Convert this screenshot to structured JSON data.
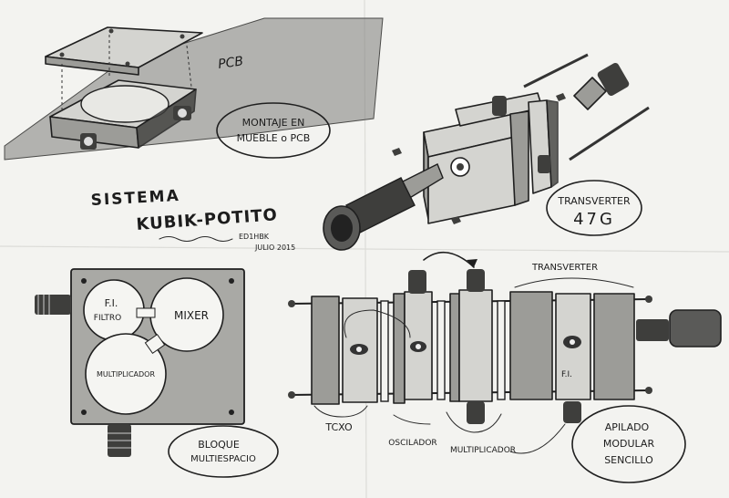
{
  "labels": {
    "pcb": "PCB",
    "montaje_line1": "MONTAJE EN",
    "montaje_line2": "MUEBLE o PCB",
    "title_line1": "SISTEMA",
    "title_line2": "KUBIK-POTITO",
    "author": "ED1HBK",
    "date": "JULIO 2015",
    "transverter_top_line1": "TRANSVERTER",
    "transverter_top_line2": "47G",
    "fi_filtro_line1": "F.I.",
    "fi_filtro_line2": "FILTRO",
    "mixer": "MIXER",
    "multiplicador_block": "MULTIPLICADOR",
    "bloque_line1": "BLOQUE",
    "bloque_line2": "MULTIESPACIO",
    "transverter_bottom": "TRANSVERTER",
    "fi_small": "F.I.",
    "tcxo": "TCXO",
    "oscilador": "OSCILADOR",
    "multiplicador_stack": "MULTIPLICADOR",
    "apilado_line1": "APILADO",
    "apilado_line2": "MODULAR",
    "apilado_line3": "SENCILLO"
  }
}
